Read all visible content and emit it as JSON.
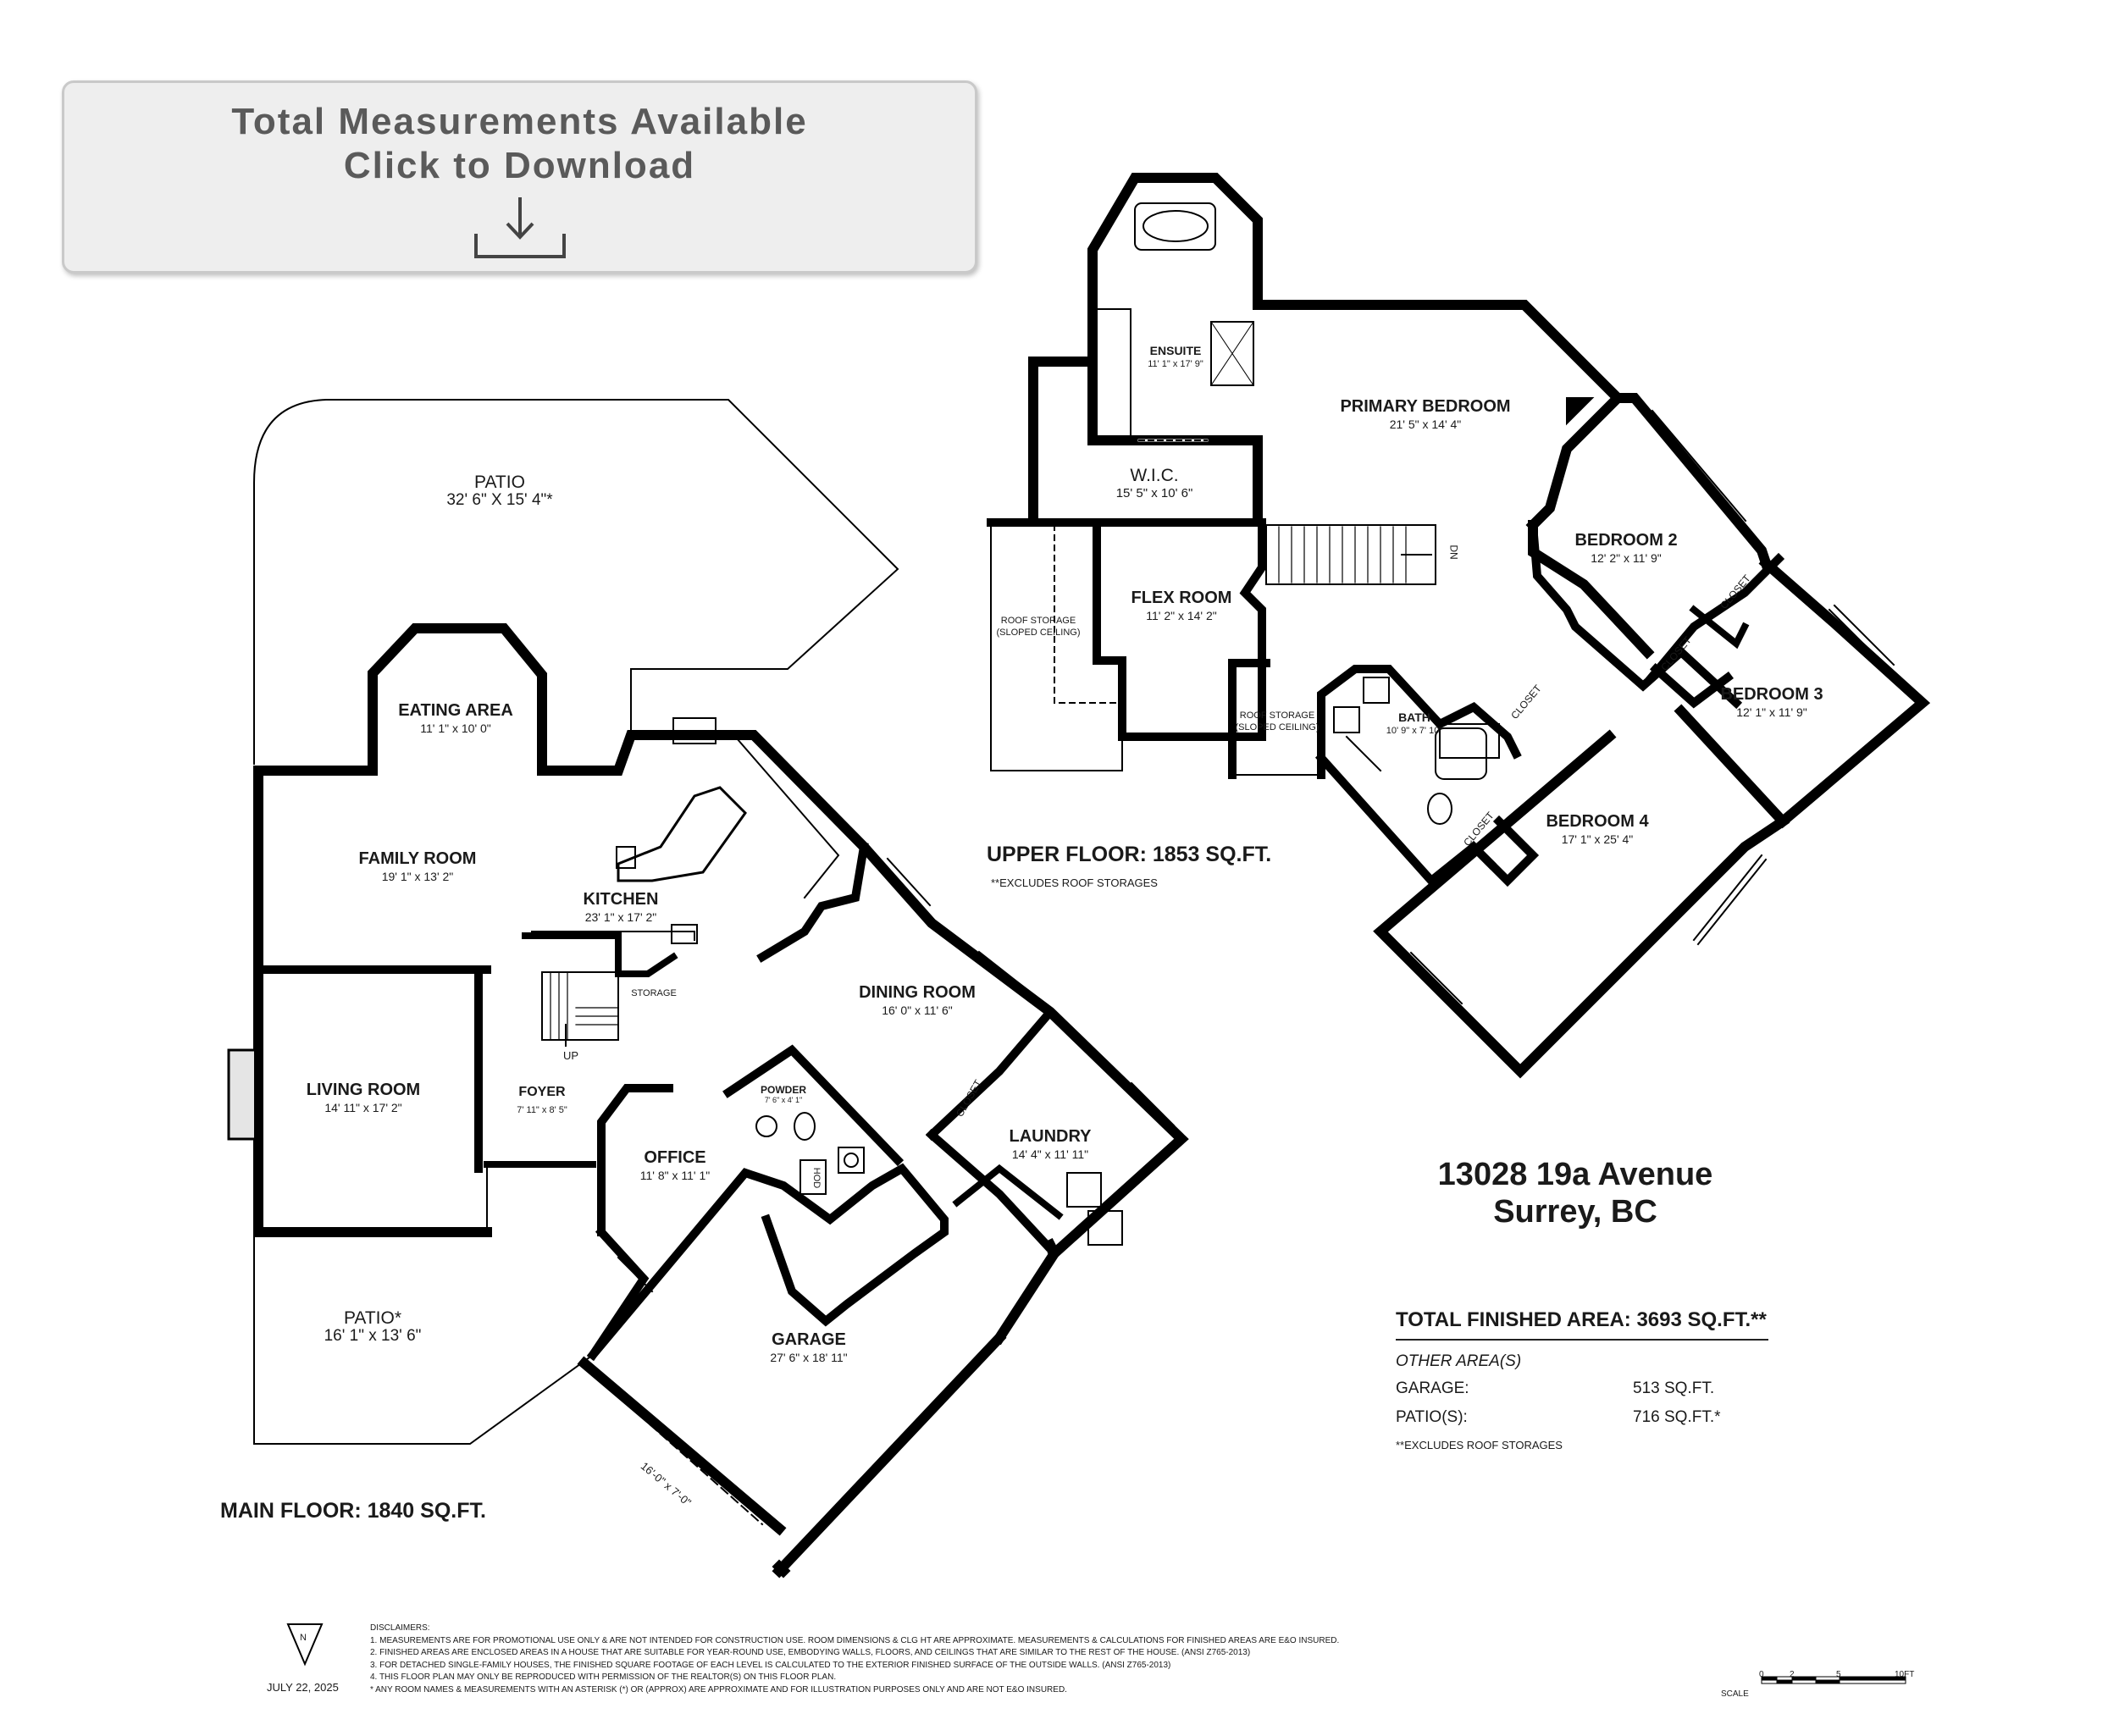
{
  "download_banner": {
    "line1": "Total Measurements Available",
    "line2": "Click to Download",
    "icon": "download-arrow-icon"
  },
  "main_floor": {
    "label": "MAIN FLOOR: 1840 SQ.FT.",
    "rooms": {
      "patio_top": {
        "name": "PATIO",
        "dims": "32' 6\" X 15' 4\"*"
      },
      "eating_area": {
        "name": "EATING AREA",
        "dims": "11' 1\" x 10' 0\""
      },
      "family_room": {
        "name": "FAMILY ROOM",
        "dims": "19' 1\" x 13' 2\""
      },
      "kitchen": {
        "name": "KITCHEN",
        "dims": "23' 1\" x 17' 2\""
      },
      "storage": {
        "name": "STORAGE"
      },
      "up": "UP",
      "living_room": {
        "name": "LIVING ROOM",
        "dims": "14' 11\" x 17' 2\""
      },
      "foyer": {
        "name": "FOYER",
        "dims": "7' 11\" x 8' 5\""
      },
      "dining_room": {
        "name": "DINING ROOM",
        "dims": "16' 0\" x 11' 6\""
      },
      "powder": {
        "name": "POWDER",
        "dims": "7' 6\" x 4' 1\""
      },
      "office": {
        "name": "OFFICE",
        "dims": "11' 8\" x 11' 1\""
      },
      "closet": "CLOSET",
      "laundry": {
        "name": "LAUNDRY",
        "dims": "14' 4\" x 11' 11\""
      },
      "hod": "HOD",
      "patio_bottom": {
        "name": "PATIO*",
        "dims": "16' 1\" x 13' 6\""
      },
      "garage": {
        "name": "GARAGE",
        "dims": "27' 6\" x 18' 11\""
      },
      "garage_door": "16'-0\" x 7'-0\""
    }
  },
  "upper_floor": {
    "label": "UPPER FLOOR: 1853 SQ.FT.",
    "note": "**EXCLUDES ROOF STORAGES",
    "rooms": {
      "ensuite": {
        "name": "ENSUITE",
        "dims": "11' 1\" x 17' 9\""
      },
      "primary_bedroom": {
        "name": "PRIMARY BEDROOM",
        "dims": "21' 5\" x 14' 4\""
      },
      "wic": {
        "name": "W.I.C.",
        "dims": "15' 5\" x 10' 6\""
      },
      "roof_storage_left": {
        "name": "ROOF STORAGE",
        "sub": "(SLOPED CEILING)"
      },
      "flex_room": {
        "name": "FLEX ROOM",
        "dims": "11' 2\" x 14' 2\""
      },
      "dn": "DN",
      "bedroom2": {
        "name": "BEDROOM 2",
        "dims": "12' 2\" x 11' 9\""
      },
      "bedroom3": {
        "name": "BEDROOM 3",
        "dims": "12' 1\" x 11' 9\""
      },
      "closet": "CLOSET",
      "roof_storage_right": {
        "name": "ROOF STORAGE",
        "sub": "(SLOPED CEILING)"
      },
      "bath": {
        "name": "BATH",
        "dims": "10' 9\" x 7' 10\""
      },
      "bedroom4": {
        "name": "BEDROOM 4",
        "dims": "17' 1\" x 25' 4\""
      }
    }
  },
  "address": {
    "line1": "13028 19a Avenue",
    "line2": "Surrey, BC"
  },
  "summary": {
    "total": "TOTAL FINISHED AREA:  3693 SQ.FT.**",
    "other": "OTHER AREA(S)",
    "garage_label": "GARAGE:",
    "garage_value": "513 SQ.FT.",
    "patio_label": "PATIO(S):",
    "patio_value": "716 SQ.FT.*",
    "footnote": "**EXCLUDES ROOF STORAGES"
  },
  "compass": "N",
  "date": "JULY 22, 2025",
  "disclaimers": [
    "DISCLAIMERS:",
    "1. MEASUREMENTS ARE FOR PROMOTIONAL USE ONLY & ARE NOT INTENDED FOR CONSTRUCTION USE. ROOM DIMENSIONS & CLG HT ARE APPROXIMATE. MEASUREMENTS & CALCULATIONS FOR FINISHED AREAS ARE E&O INSURED.",
    "2. FINISHED AREAS ARE ENCLOSED AREAS IN A HOUSE THAT ARE SUITABLE FOR YEAR-ROUND USE, EMBODYING WALLS, FLOORS, AND CEILINGS THAT ARE SIMILAR TO THE REST OF THE HOUSE. (ANSI Z765-2013)",
    "3. FOR DETACHED SINGLE-FAMILY HOUSES, THE FINISHED SQUARE FOOTAGE OF EACH LEVEL IS CALCULATED TO THE EXTERIOR FINISHED SURFACE OF THE OUTSIDE WALLS. (ANSI Z765-2013)",
    "4. THIS FLOOR PLAN MAY ONLY BE REPRODUCED WITH PERMISSION OF THE REALTOR(S) ON THIS FLOOR PLAN.",
    "* ANY ROOM NAMES & MEASUREMENTS WITH AN ASTERISK (*) OR (APPROX) ARE APPROXIMATE AND FOR ILLUSTRATION PURPOSES ONLY AND ARE NOT E&O INSURED."
  ],
  "scale": {
    "label": "SCALE",
    "ticks": [
      "0",
      "2",
      "5",
      "10FT"
    ]
  }
}
